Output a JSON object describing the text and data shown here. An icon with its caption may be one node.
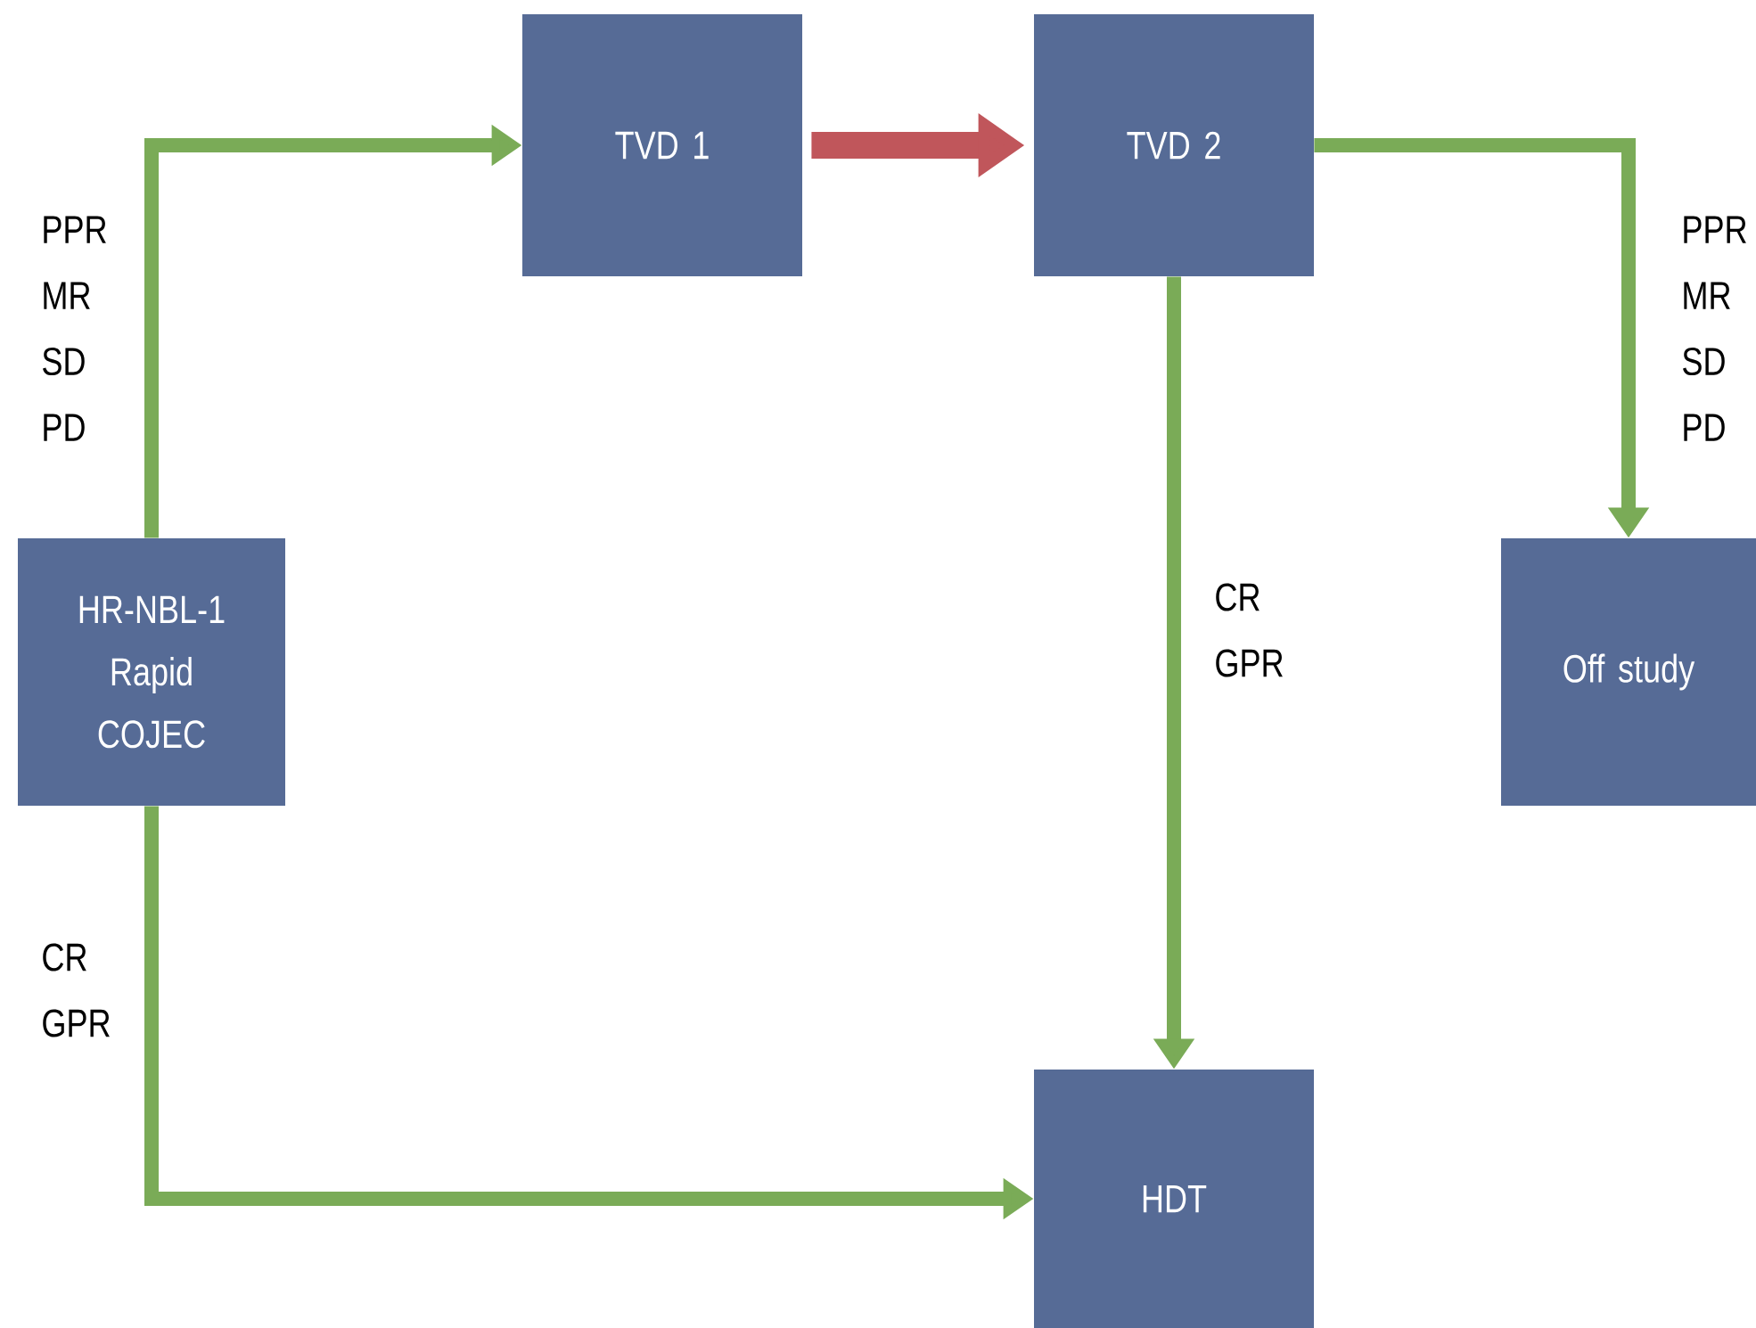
{
  "diagram": {
    "nodes": [
      {
        "text": [
          "HR-NBL-1 Rapid COJEC"
        ]
      },
      {
        "text": [
          "TVD 1"
        ]
      },
      {
        "text": [
          "TVD 2"
        ]
      },
      {
        "text": [
          "Off study"
        ]
      },
      {
        "text": [
          "HDT"
        ]
      }
    ],
    "edges": [
      {
        "from": 0,
        "to": 1,
        "arrow": "to",
        "label": "PPR MR SD PD"
      },
      {
        "from": 1,
        "to": 2,
        "arrow": "to",
        "style": "thick",
        "color": "#c0565b"
      },
      {
        "from": 2,
        "to": 3,
        "arrow": "to",
        "label": "PPR MR SD PD"
      },
      {
        "from": 2,
        "to": 4,
        "arrow": "to",
        "label": "CR GPR"
      },
      {
        "from": 0,
        "to": 4,
        "arrow": "to",
        "label": "CR GPR"
      }
    ]
  }
}
